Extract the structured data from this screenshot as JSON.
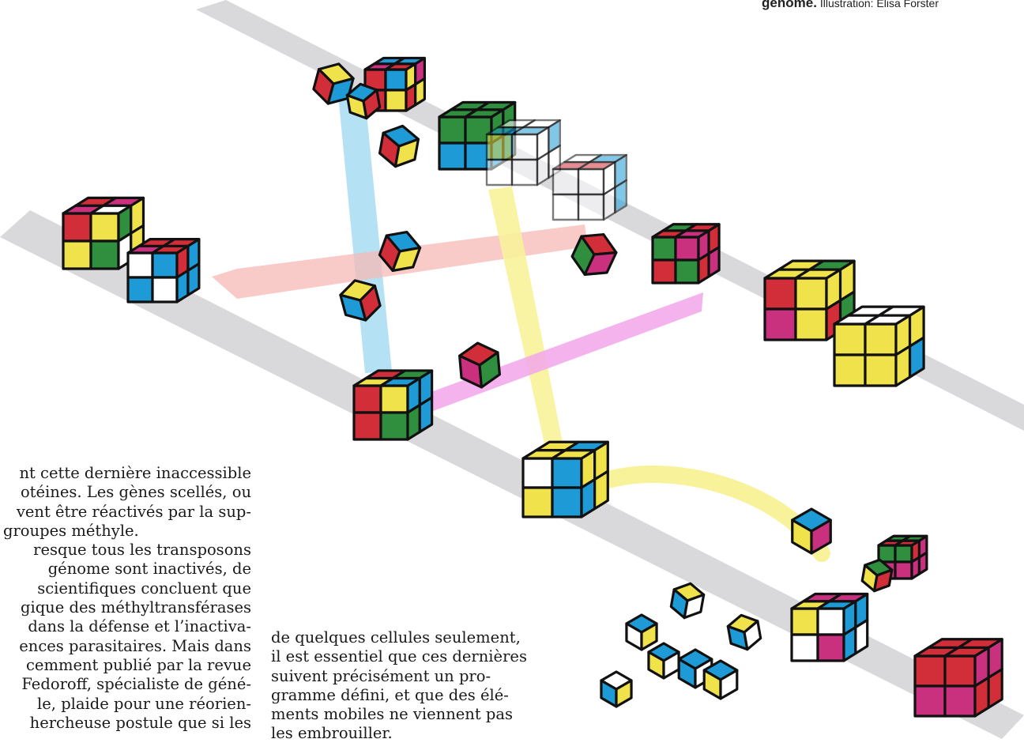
{
  "caption": {
    "bold": "génome.",
    "credit": "Illustration: Elisa Forster"
  },
  "left_column": {
    "lines": [
      "nt cette dernière inaccessible",
      "otéines. Les gènes scellés, ou",
      "vent être réactivés par la sup-",
      "groupes méthyle.",
      "resque tous les transposons",
      "génome sont inactivés, de",
      "scientifiques concluent que",
      "gique des méthyltransférases",
      "dans la défense et l’inactiva-",
      "ences parasitaires. Mais dans",
      "cemment publié par la revue",
      "Fedoroff, spécialiste de géné-",
      "le, plaide pour une réorien-",
      "hercheuse postule que si les"
    ]
  },
  "right_column": {
    "lines": [
      "de quelques cellules seulement,",
      "il est essentiel que ces dernières",
      "suivent précisément un pro-",
      "gramme défini, et que des élé-",
      "ments mobiles ne viennent pas",
      "les embrouiller."
    ]
  },
  "illustration": {
    "palette": {
      "red": "#d12e3a",
      "magenta": "#c9307d",
      "blue": "#1e9ad6",
      "green": "#2f8f3f",
      "yellow": "#f0e24a",
      "white": "#ffffff",
      "strand": "#d9d9dc",
      "beam_blue": "#a8dcf2",
      "beam_pink": "#f7b9b5",
      "beam_yellow": "#f8f29a",
      "beam_magenta": "#f2a6ea"
    }
  }
}
